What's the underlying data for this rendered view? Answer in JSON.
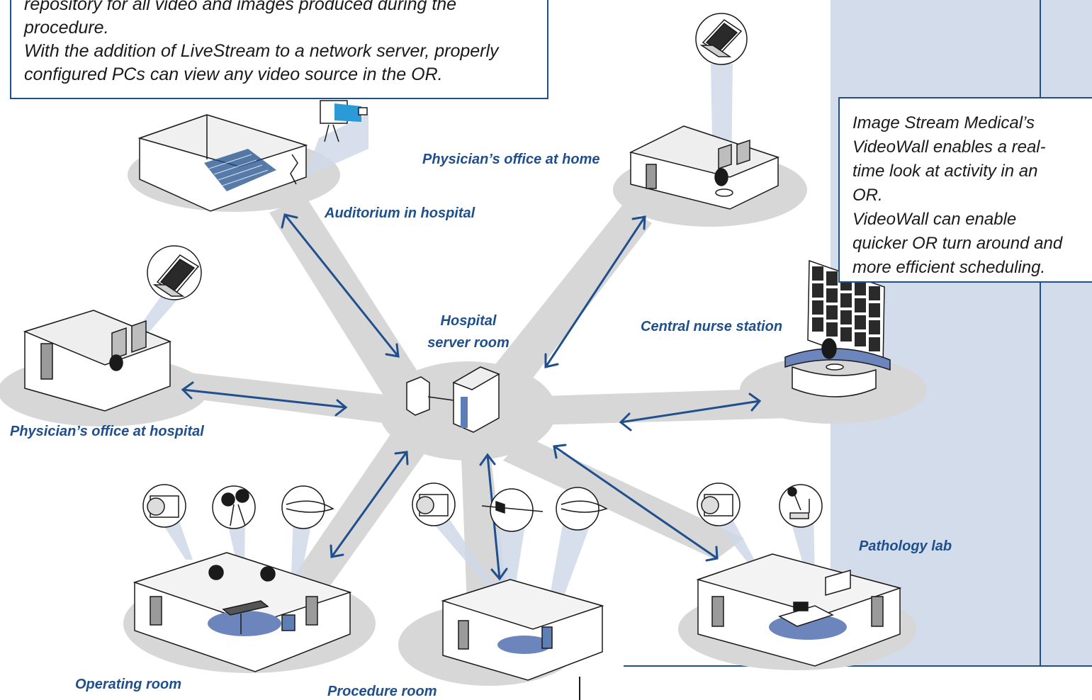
{
  "colors": {
    "panel": "#d3dcea",
    "hub": "#d7d7d7",
    "arrow": "#1f4f8c",
    "label": "#1f4f8c",
    "beam": "#cfd9e8",
    "floor_spot": "#6d85bd"
  },
  "top_note": {
    "lines": [
      "repository for all video and images produced during the",
      "procedure.",
      "With the addition of LiveStream to a network server, properly",
      "configured PCs can view any video source in the OR."
    ]
  },
  "right_note": {
    "lines": [
      "Image Stream Medical’s",
      "VideoWall enables a real-",
      "time look at activity in an",
      "OR.",
      "VideoWall can enable",
      "quicker OR turn around and",
      "more efficient scheduling."
    ]
  },
  "labels": {
    "auditorium": "Auditorium in hospital",
    "office_home": "Physician’s office at home",
    "server_line1": "Hospital",
    "server_line2": "server room",
    "nurse_station": "Central nurse station",
    "office_hospital": "Physician’s office at hospital",
    "pathology": "Pathology lab",
    "operating_room": "Operating room",
    "procedure_room": "Procedure room"
  },
  "nodes": [
    {
      "name": "auditorium",
      "icons": [
        "projector-icon"
      ]
    },
    {
      "name": "office-home",
      "icons": [
        "laptop-icon"
      ]
    },
    {
      "name": "office-hospital",
      "icons": [
        "laptop-icon"
      ]
    },
    {
      "name": "nurse-station",
      "icons": [
        "videowall-icon"
      ]
    },
    {
      "name": "operating-room",
      "icons": [
        "camera-icon",
        "surgical-light-icon",
        "endoscope-icon"
      ]
    },
    {
      "name": "procedure-room",
      "icons": [
        "camera-icon",
        "endoscope-icon",
        "endoscope-icon"
      ]
    },
    {
      "name": "pathology-lab",
      "icons": [
        "camera-icon",
        "microscope-icon"
      ]
    }
  ]
}
